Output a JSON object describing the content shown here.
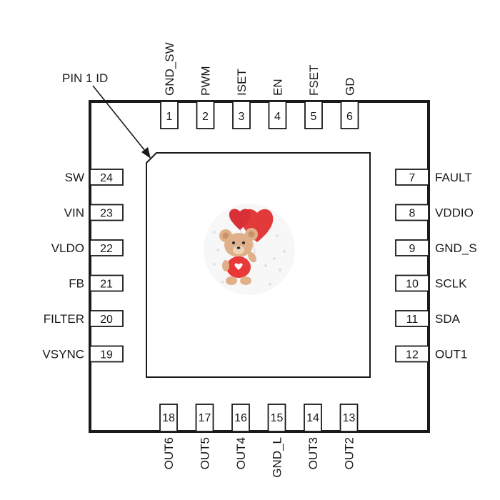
{
  "pin1_label": "PIN 1 ID",
  "pins_top": [
    {
      "number": "1",
      "name": "GND_SW"
    },
    {
      "number": "2",
      "name": "PWM"
    },
    {
      "number": "3",
      "name": "ISET"
    },
    {
      "number": "4",
      "name": "EN"
    },
    {
      "number": "5",
      "name": "FSET"
    },
    {
      "number": "6",
      "name": "GD"
    }
  ],
  "pins_right": [
    {
      "number": "7",
      "name": "FAULT"
    },
    {
      "number": "8",
      "name": "VDDIO"
    },
    {
      "number": "9",
      "name": "GND_S"
    },
    {
      "number": "10",
      "name": "SCLK"
    },
    {
      "number": "11",
      "name": "SDA"
    },
    {
      "number": "12",
      "name": "OUT1"
    }
  ],
  "pins_bottom": [
    {
      "number": "18",
      "name": "OUT6"
    },
    {
      "number": "17",
      "name": "OUT5"
    },
    {
      "number": "16",
      "name": "OUT4"
    },
    {
      "number": "15",
      "name": "GND_L"
    },
    {
      "number": "14",
      "name": "OUT3"
    },
    {
      "number": "13",
      "name": "OUT2"
    }
  ],
  "pins_left": [
    {
      "number": "24",
      "name": "SW"
    },
    {
      "number": "23",
      "name": "VIN"
    },
    {
      "number": "22",
      "name": "VLDO"
    },
    {
      "number": "21",
      "name": "FB"
    },
    {
      "number": "20",
      "name": "FILTER"
    },
    {
      "number": "19",
      "name": "VSYNC"
    }
  ],
  "center_image": "teddy-bear-with-heart-balloons",
  "colors": {
    "outline": "#1a1a1a",
    "heart": "#e23a3a",
    "bear": "#e0b08a",
    "shirt": "#e83838"
  }
}
